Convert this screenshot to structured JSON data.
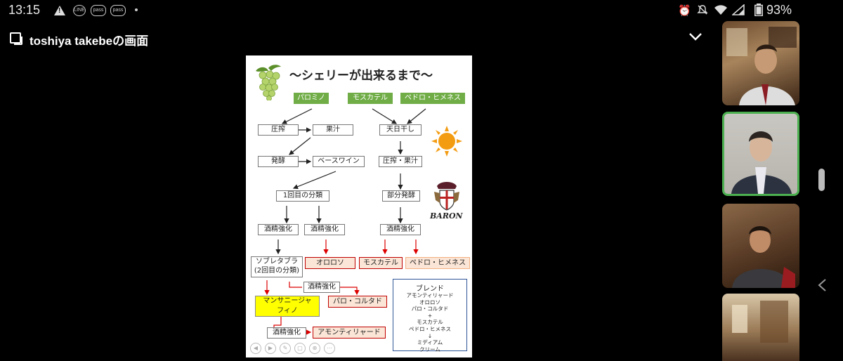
{
  "status_bar": {
    "time": "13:15",
    "warning_glyph": "!",
    "app_icon_1": "LINE",
    "app_icon_2": "pass",
    "app_icon_3": "pass",
    "battery_percent": "93%"
  },
  "header": {
    "title": "toshiya takebeの画面"
  },
  "slide": {
    "title": "〜シェリーが出来るまで〜",
    "grapes": [
      "パロミノ",
      "モスカテル",
      "ペドロ・ヒメネス"
    ],
    "flow": {
      "press": "圧搾",
      "juice": "果汁",
      "sun_dry": "天日干し",
      "ferment": "発酵",
      "base_wine": "ベースワイン",
      "press_juice": "圧搾・果汁",
      "first_class": "1回目の分類",
      "partial_ferment": "部分発酵",
      "fortify_1": "酒精強化",
      "fortify_2": "酒精強化",
      "fortify_3": "酒精強化",
      "sobretabla_1": "ソブレタブラ",
      "sobretabla_2": "(2回目の分類)",
      "oloroso": "オロロソ",
      "moscatel": "モスカテル",
      "pedro": "ペドロ・ヒメネス",
      "fortify_4": "酒精強化",
      "manzanilla": "マンサニージャ",
      "fino": "フィノ",
      "palo_cortado": "パロ・コルタド",
      "fortify_5": "酒精強化",
      "amontillado": "アモンティリャード"
    },
    "blend": {
      "title": "ブレンド",
      "items": [
        "アモンティリャード",
        "オロロソ",
        "パロ・コルタド",
        "+",
        "モスカテル",
        "ペドロ・ヒメネス",
        "↓",
        "ミディアム",
        "クリーム"
      ]
    },
    "logo_text": "BARON"
  },
  "colors": {
    "green": "#70ad47",
    "red_border": "#c00000",
    "active_border": "#4caf50"
  }
}
